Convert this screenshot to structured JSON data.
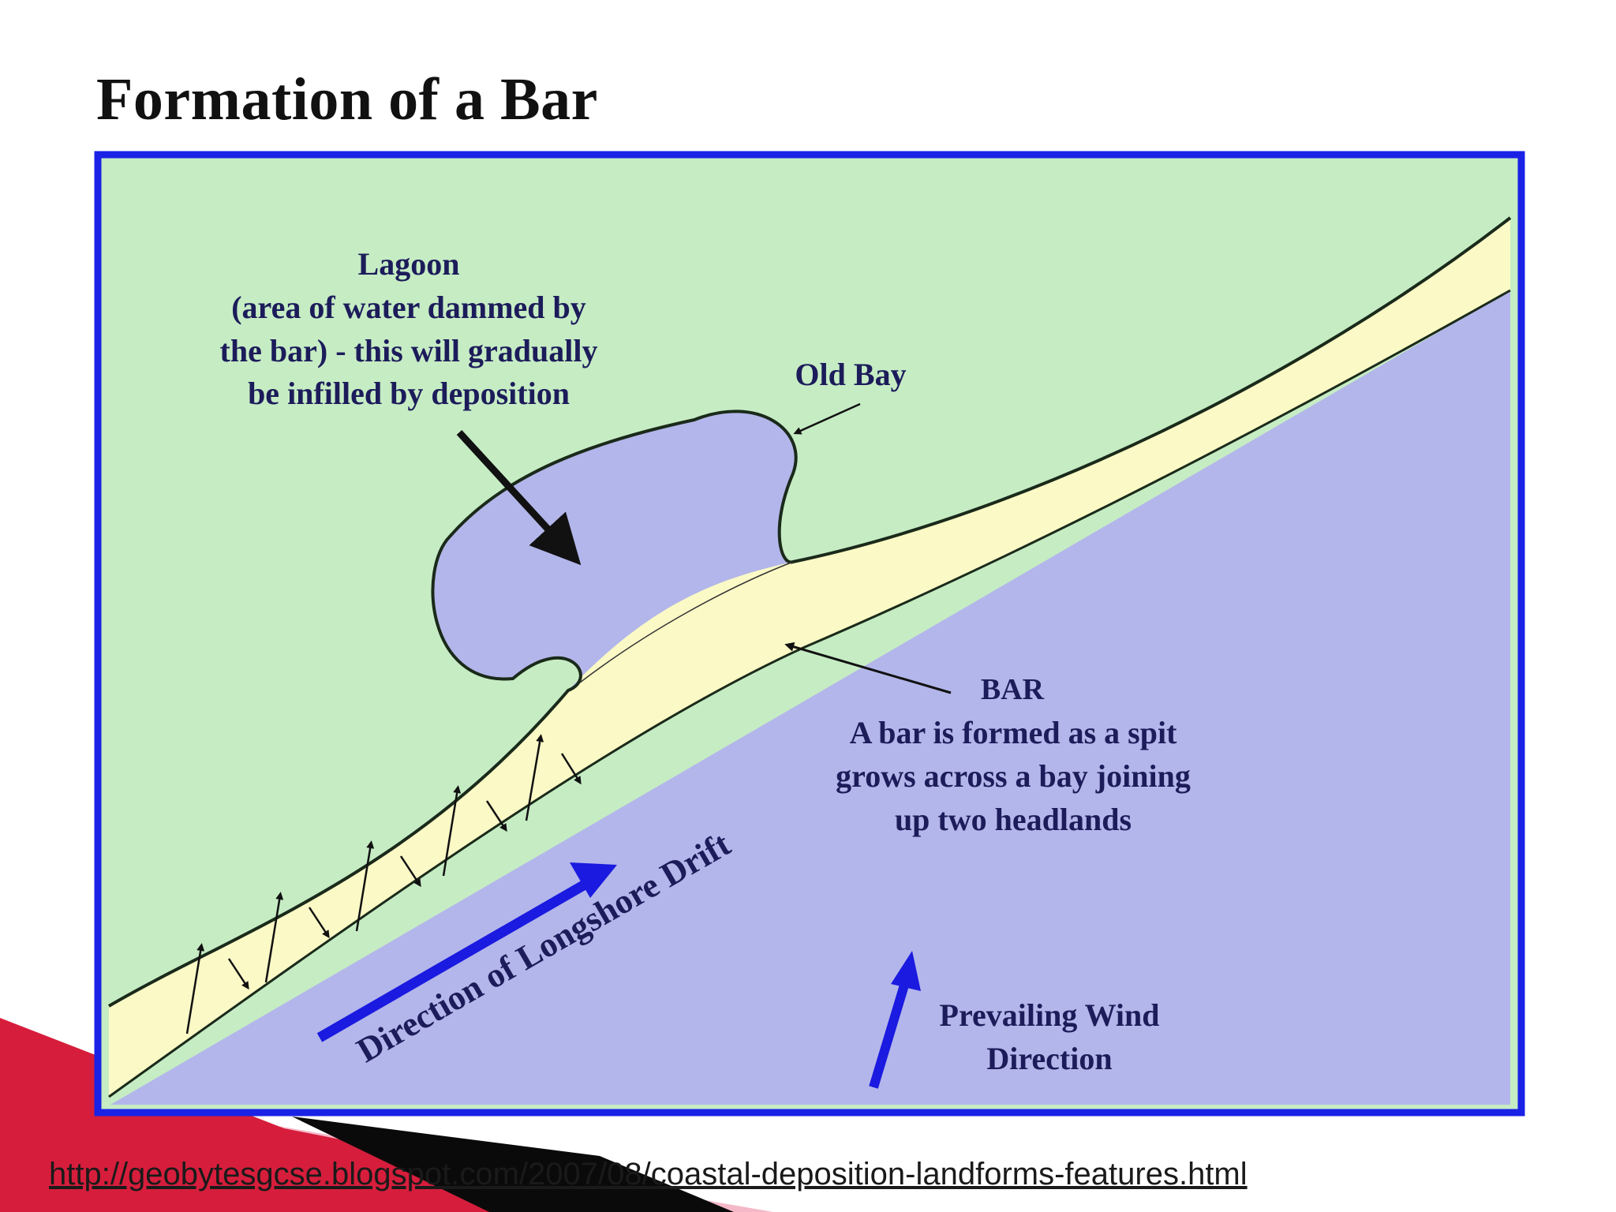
{
  "title": "Formation of a Bar",
  "labels": {
    "lagoon_heading": "Lagoon",
    "lagoon_lines": [
      "(area of water dammed by",
      "the bar) - this will gradually",
      "be infilled by deposition"
    ],
    "old_bay": "Old Bay",
    "bar_heading": "BAR",
    "bar_lines": [
      "A bar is formed as a spit",
      "grows across a bay joining",
      "up two headlands"
    ],
    "longshore_drift": "Direction of Longshore Drift",
    "wind_lines": [
      "Prevailing Wind",
      "Direction"
    ]
  },
  "colors": {
    "land": "#c6ecc4",
    "sea": "#b3b6ea",
    "bar": "#fbf9c6",
    "frame": "#1a22e6",
    "arrow_blue": "#1a1ae0",
    "text": "#1c1c5a",
    "deco_red": "#d61e3c",
    "deco_pink": "#f3a2b6"
  },
  "source_url": "http://geobytesgcse.blogspot.com/2007/08/coastal-deposition-landforms-features.html"
}
